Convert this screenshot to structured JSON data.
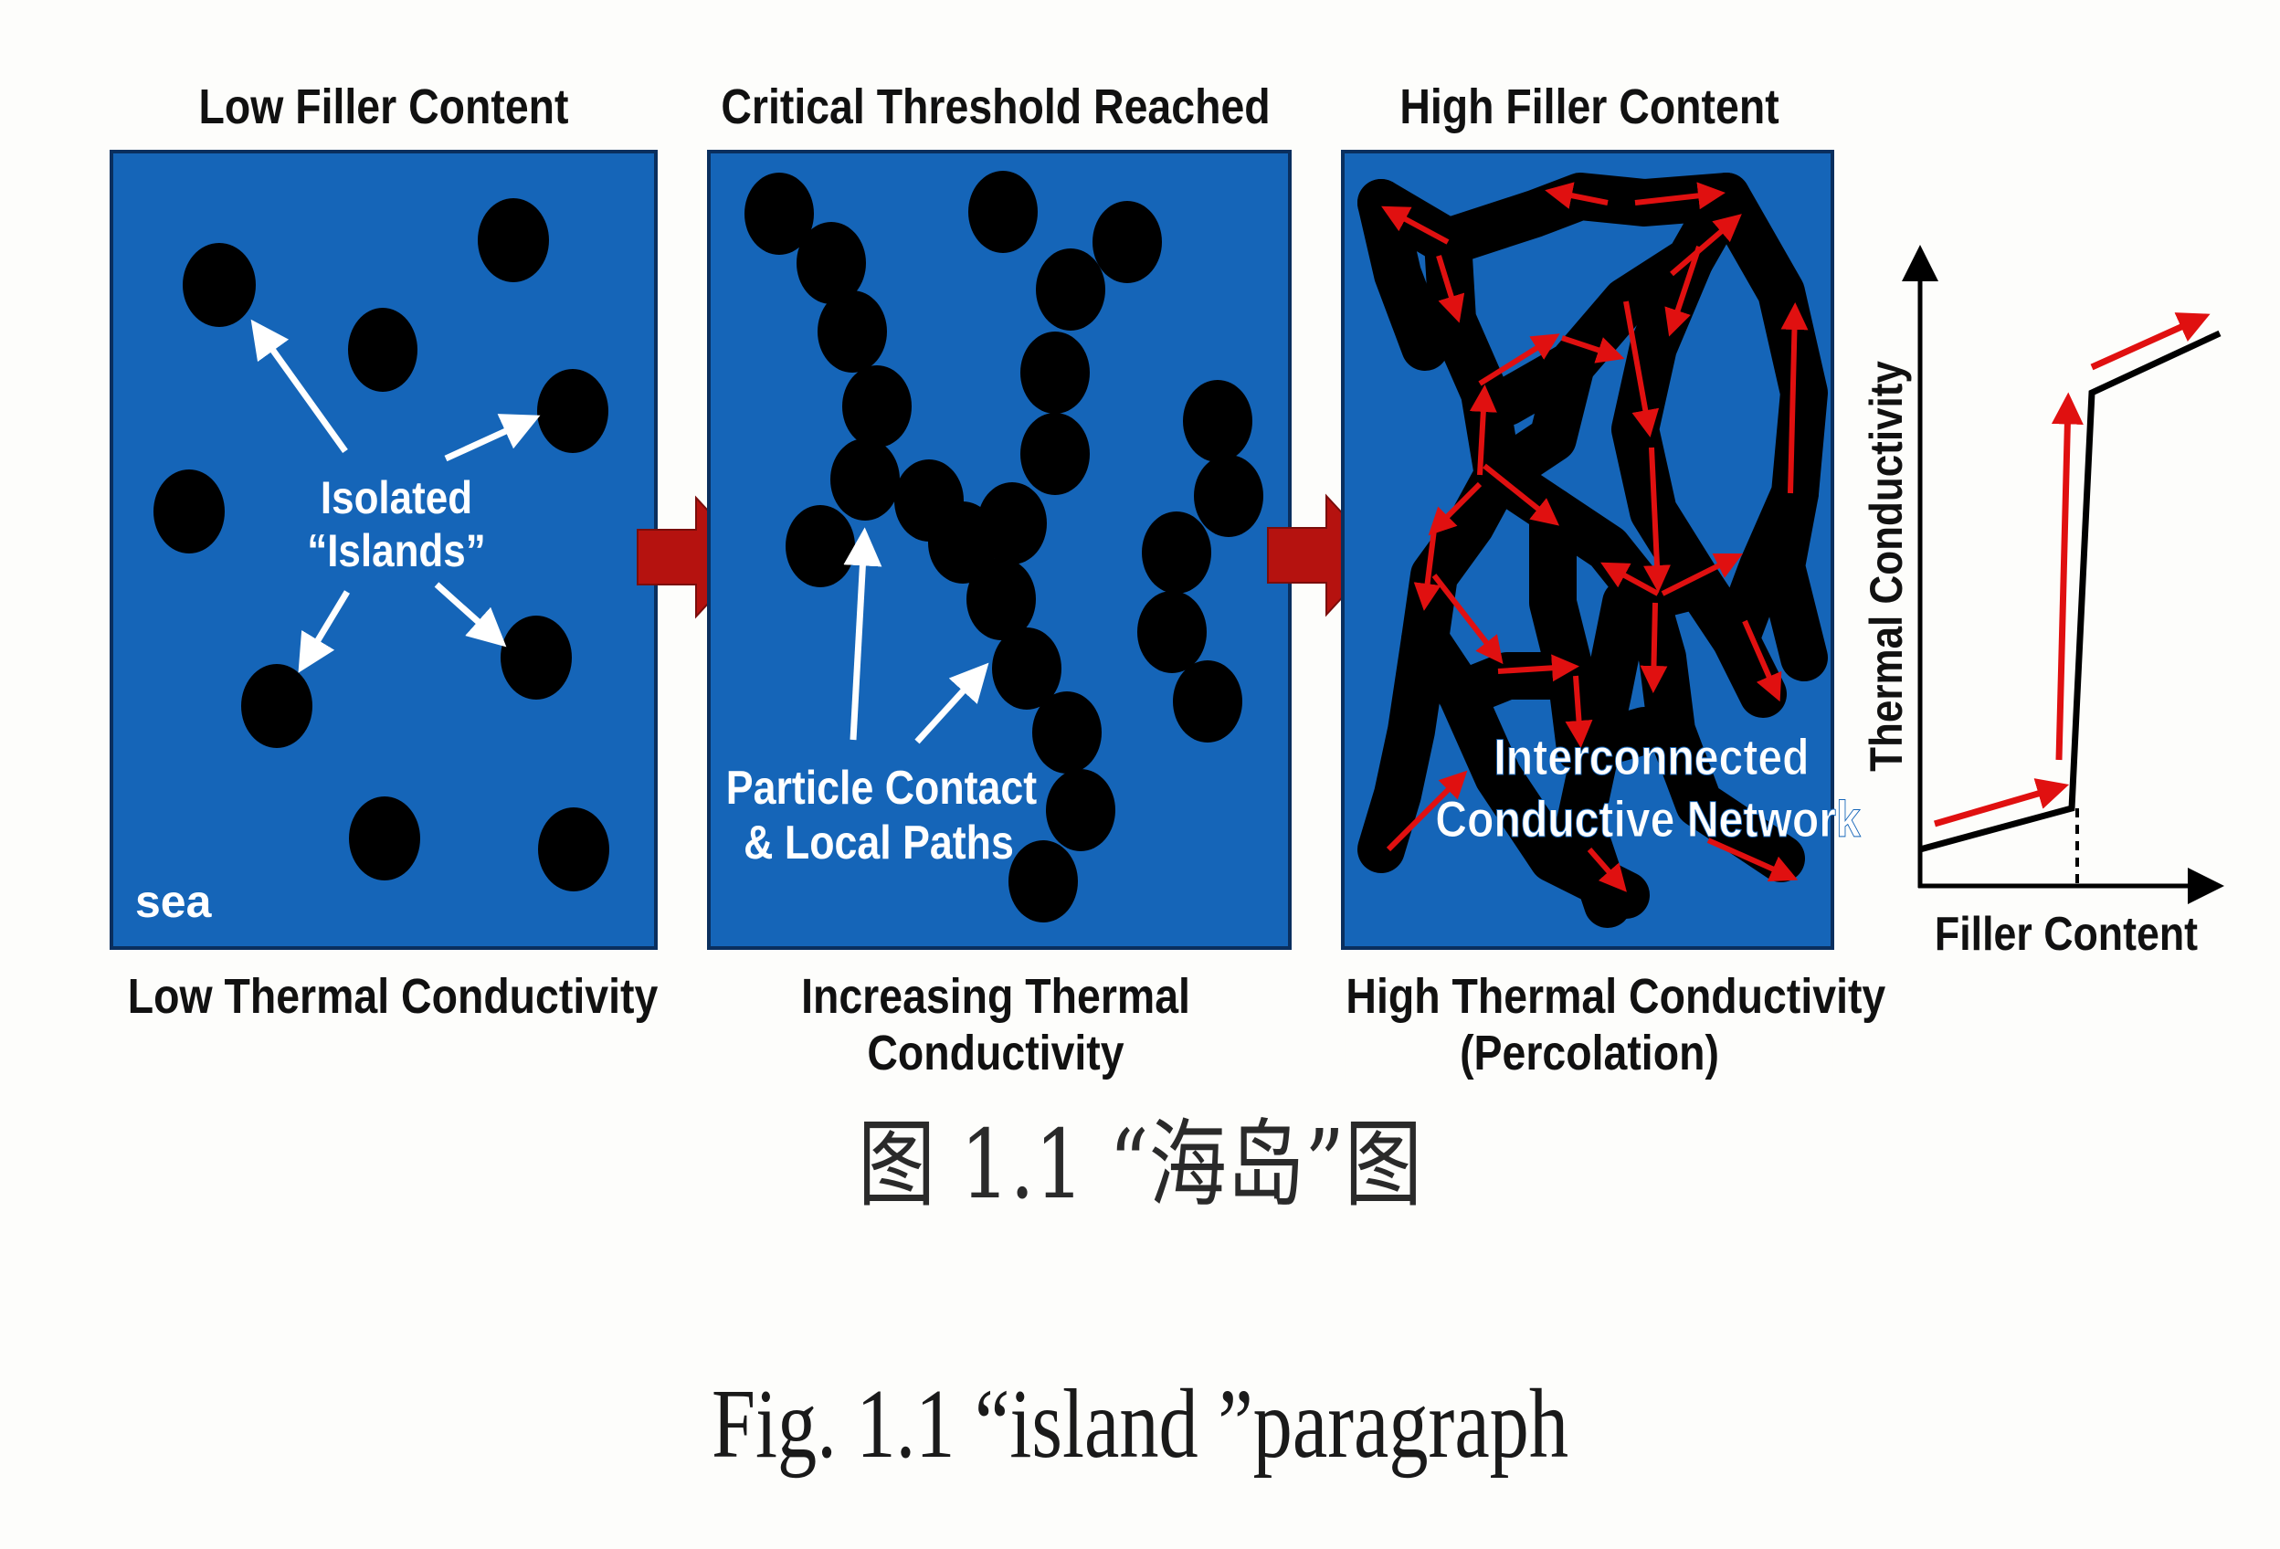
{
  "panels": [
    {
      "top_label": "Low Filler Content",
      "bottom_label": "Low Thermal Conductivity"
    },
    {
      "top_label": "Critical Threshold Reached",
      "bottom_label": "Increasing Thermal\nConductivity"
    },
    {
      "top_label": "High Filler Content",
      "bottom_label": "High Thermal Conductivity\n(Percolation)"
    }
  ],
  "annotations": {
    "isolated_islands_line1": "Isolated",
    "isolated_islands_line2": "“Islands”",
    "sea": "sea",
    "particle_contact_line1": "Particle Contact",
    "particle_contact_line2": "& Local Paths",
    "network_line1": "Interconnected",
    "network_line2": "Conductive Network"
  },
  "graph": {
    "ylabel": "Thermal Conductivity",
    "xlabel": "Filler Content"
  },
  "captions": {
    "chinese": "图 1.1 “海岛”图",
    "english": "Fig. 1.1 “island ”paragraph"
  },
  "colors": {
    "panel_blue": "#1565b8",
    "particle": "#000000",
    "path_red": "#e01010",
    "arrow_red": "#b5120f",
    "annotation_arrow": "#ffffff"
  }
}
